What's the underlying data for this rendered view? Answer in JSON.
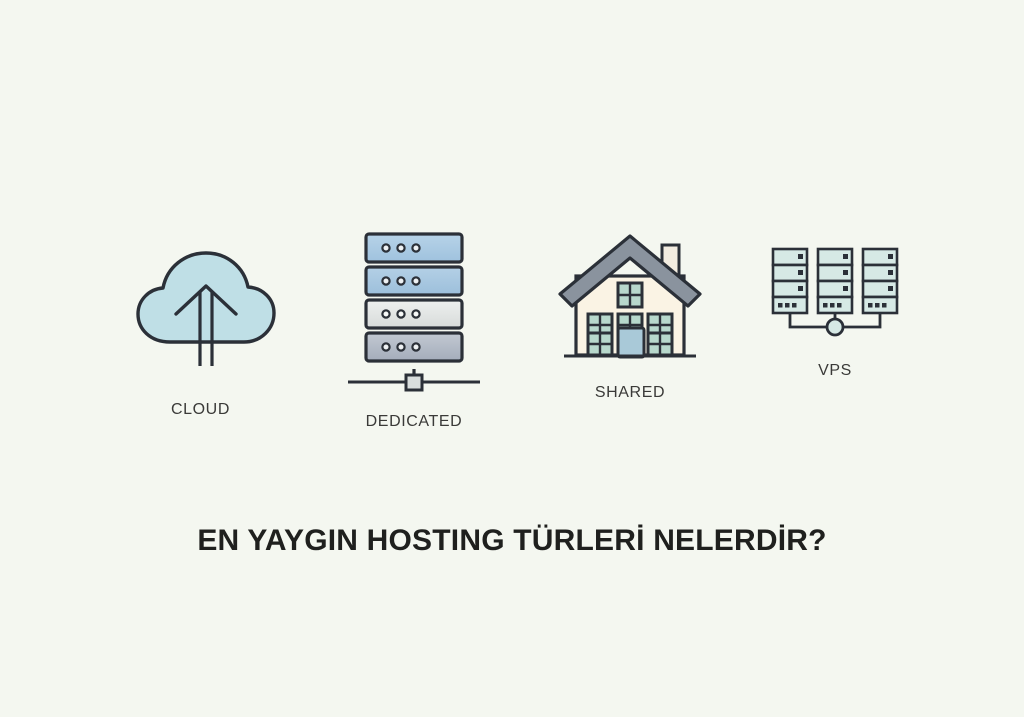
{
  "page": {
    "background_color": "#f4f7f0",
    "headline": "EN YAYGIN HOSTING TÜRLERİ NELERDİR?",
    "headline_color": "#1f201e"
  },
  "items": [
    {
      "id": "cloud",
      "label": "CLOUD",
      "icon": "cloud-upload-icon",
      "colors": {
        "fill": "#bfdfe6",
        "stroke": "#2b3038",
        "arrow": "#2b3038"
      }
    },
    {
      "id": "dedicated",
      "label": "DEDICATED",
      "icon": "server-rack-icon",
      "colors": {
        "unit_1": "#a9c9e2",
        "unit_2": "#a9c9e2",
        "unit_3": "#e3e6e4",
        "unit_4": "#b2bac6",
        "stroke": "#2b3038"
      }
    },
    {
      "id": "shared",
      "label": "SHARED",
      "icon": "house-icon",
      "colors": {
        "roof": "#8a939e",
        "wall": "#faf3e4",
        "window": "#b7d8cc",
        "door": "#a9c9d8",
        "stroke": "#2b3038"
      }
    },
    {
      "id": "vps",
      "label": "VPS",
      "icon": "server-cluster-icon",
      "colors": {
        "unit": "#d6e9e5",
        "stroke": "#2b3038"
      }
    }
  ],
  "label_color": "#3a3a38"
}
